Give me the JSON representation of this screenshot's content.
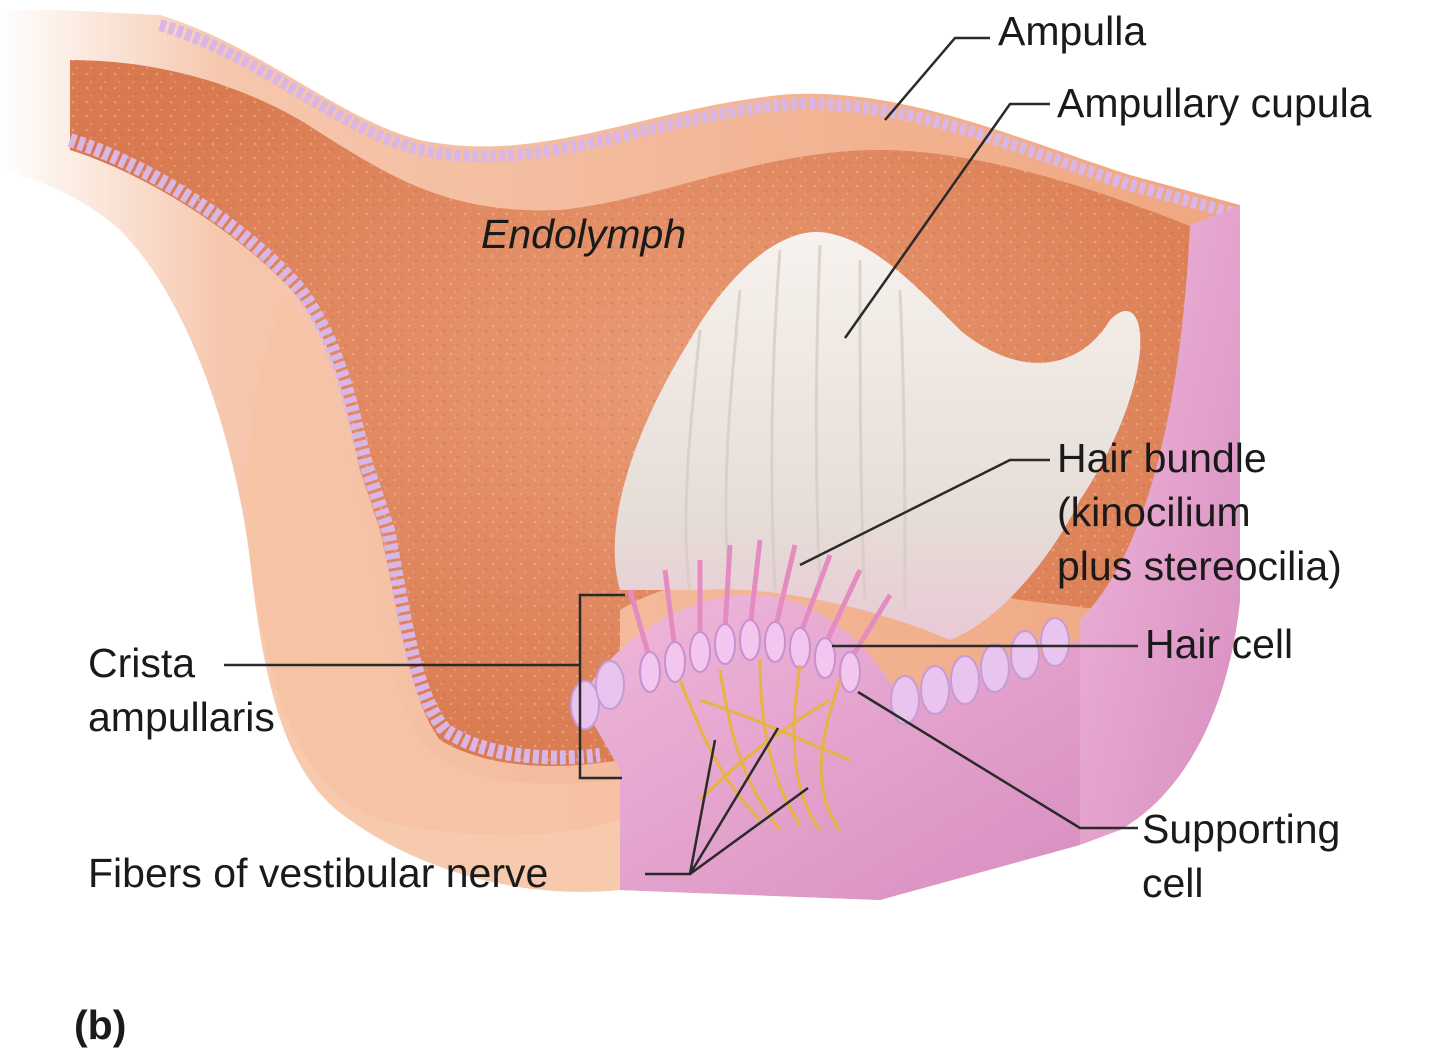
{
  "labels": {
    "ampulla": "Ampulla",
    "ampullary_cupula": "Ampullary cupula",
    "endolymph": "Endolymph",
    "hair_bundle": [
      "Hair bundle",
      "(kinocilium",
      "plus stereocilia)"
    ],
    "hair_cell": "Hair cell",
    "crista_ampullaris": [
      "Crista",
      "ampullaris"
    ],
    "supporting_cell": [
      "Supporting",
      "cell"
    ],
    "fibers_of_vestibular_nerve": "Fibers of vestibular nerve",
    "panel_letter": "(b)"
  },
  "colors": {
    "outer_wall": "#f2ae8c",
    "wall_cut": "#f6c3a4",
    "endolymph": "#e08a66",
    "epithelium": "#d9b6e6",
    "cupula": "#f1ece8",
    "tissue": "#e6a8d0",
    "nerve_fibers": "#e8b440"
  }
}
